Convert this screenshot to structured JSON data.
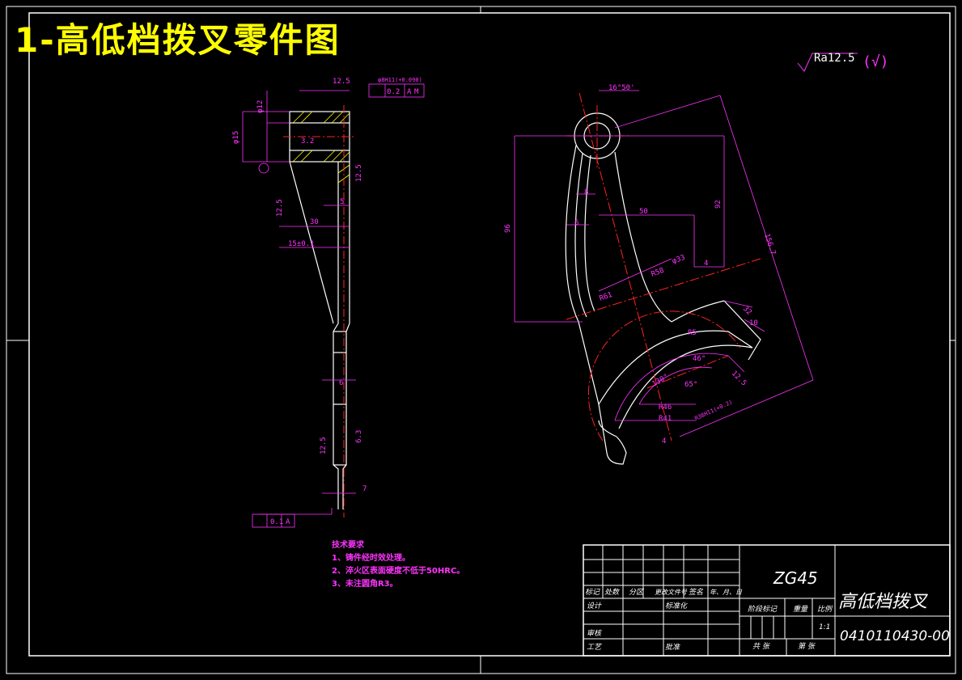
{
  "headline": "1-高低档拨叉零件图",
  "surface_finish": {
    "symbol_text": "Ra12.5",
    "other": "(√)"
  },
  "tech_requirements": {
    "title": "技术要求",
    "items": [
      "1、铸件经时效处理。",
      "2、淬火区表面硬度不低于50HRC。",
      "3、未注圆角R3。"
    ]
  },
  "title_block": {
    "material": "ZG45",
    "part_name": "高低档拨叉",
    "drawing_no": "0410110430-00",
    "scale": "1:1",
    "headers": [
      "标记",
      "处数",
      "分区",
      "更改文件号",
      "签名",
      "年、月、日"
    ],
    "rows": [
      "设计",
      "标准化",
      "审核",
      "工艺",
      "批准"
    ],
    "stage_labels": [
      "阶段标记",
      "重量",
      "比例"
    ],
    "sheet_labels": [
      "共 张",
      "第 张"
    ]
  },
  "left_view_dims": [
    "12.5",
    "φ8H11(+0.090)",
    "0.2",
    "A",
    "M",
    "φ15",
    "φ12",
    "3.2",
    "12.5",
    "12.5",
    "5",
    "30",
    "15±0.1",
    "6",
    "12.5",
    "6.3",
    "7",
    "0.1",
    "A"
  ],
  "main_view_dims": [
    "16°50'",
    "8",
    "6",
    "50",
    "96",
    "92",
    "R58",
    "R61",
    "φ33",
    "4",
    "156.7",
    "32",
    "10",
    "R5",
    "46°",
    "65°",
    "130°",
    "12.5",
    "R46",
    "R41",
    "R38H11(+0.2)",
    "4"
  ],
  "colors": {
    "background": "#000000",
    "outline": "#ffffff",
    "dimension": "#ff33ff",
    "centerline": "#ff2222",
    "hatch": "#ffff00",
    "headline": "#ffff00"
  }
}
